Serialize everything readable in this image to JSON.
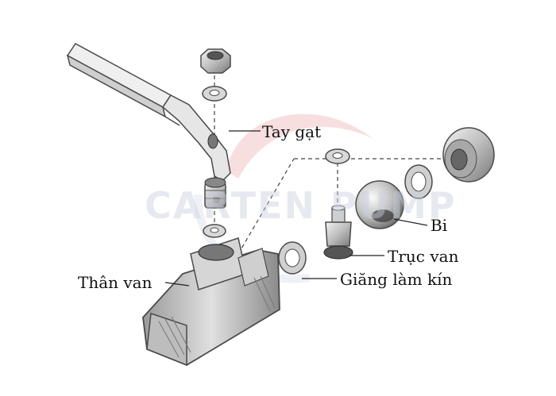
{
  "watermark": {
    "text": "CARTEN PUMP"
  },
  "labels": {
    "handle": "Tay gạt",
    "ball": "Bi",
    "stem": "Trục van",
    "seal": "Giăng làm kín",
    "body": "Thân van"
  },
  "colors": {
    "metal_light": "#e6e6e6",
    "metal_mid": "#b5b5b5",
    "metal_dark": "#6f6f6f",
    "outline": "#4a4a4a",
    "watermark": "#c9d0dd",
    "watermark_accent": "#e8a3a3"
  }
}
